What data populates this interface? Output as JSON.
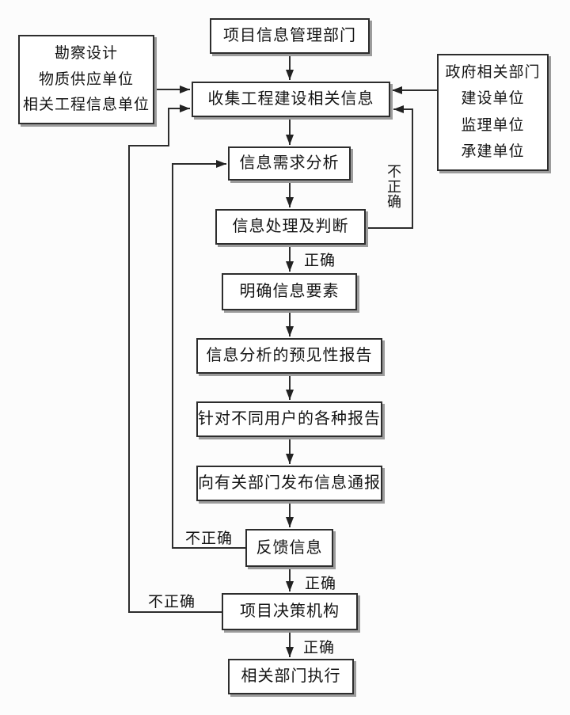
{
  "colors": {
    "background": "#fcfcfc",
    "box_fill": "#ffffff",
    "box_border": "#2d2d2d",
    "box_shadow": "#9c9c9c",
    "line": "#2d2d2d",
    "text": "#141414"
  },
  "boxes": {
    "project_info_dept": {
      "label": "项目信息管理部门"
    },
    "left_sources": {
      "lines": [
        "勘察设计",
        "物质供应单位",
        "相关工程信息单位"
      ]
    },
    "right_sources": {
      "lines": [
        "政府相关部门",
        "建设单位",
        "监理单位",
        "承建单位"
      ]
    },
    "collect_info": {
      "label": "收集工程建设相关信息"
    },
    "demand_analysis": {
      "label": "信息需求分析"
    },
    "process_judge": {
      "label": "信息处理及判断"
    },
    "clarify_elements": {
      "label": "明确信息要素"
    },
    "forecast_report": {
      "label": "信息分析的预见性报告"
    },
    "user_reports": {
      "label": "针对不同用户的各种报告"
    },
    "publish_notice": {
      "label": "向有关部门发布信息通报"
    },
    "feedback_info": {
      "label": "反馈信息"
    },
    "decision_body": {
      "label": "项目决策机构"
    },
    "execute_depts": {
      "label": "相关部门执行"
    }
  },
  "edge_labels": {
    "correct_after_process": "正确",
    "correct_after_feedback": "正确",
    "correct_after_decision": "正确",
    "incorrect_process_loop": "不正确",
    "incorrect_feedback_loop": "不正确",
    "incorrect_decision_loop": "不正确"
  },
  "edges": [
    {
      "from": "项目信息管理部门",
      "to": "收集工程建设相关信息",
      "label": ""
    },
    {
      "from": "勘察设计/物质供应单位/相关工程信息单位",
      "to": "收集工程建设相关信息",
      "label": ""
    },
    {
      "from": "政府相关部门/建设单位/监理单位/承建单位",
      "to": "收集工程建设相关信息",
      "label": ""
    },
    {
      "from": "收集工程建设相关信息",
      "to": "信息需求分析",
      "label": ""
    },
    {
      "from": "信息需求分析",
      "to": "信息处理及判断",
      "label": ""
    },
    {
      "from": "信息处理及判断",
      "to": "明确信息要素",
      "label": "正确"
    },
    {
      "from": "信息处理及判断",
      "to": "收集工程建设相关信息",
      "label": "不正确"
    },
    {
      "from": "明确信息要素",
      "to": "信息分析的预见性报告",
      "label": ""
    },
    {
      "from": "信息分析的预见性报告",
      "to": "针对不同用户的各种报告",
      "label": ""
    },
    {
      "from": "针对不同用户的各种报告",
      "to": "向有关部门发布信息通报",
      "label": ""
    },
    {
      "from": "向有关部门发布信息通报",
      "to": "反馈信息",
      "label": ""
    },
    {
      "from": "反馈信息",
      "to": "信息需求分析",
      "label": "不正确"
    },
    {
      "from": "反馈信息",
      "to": "项目决策机构",
      "label": "正确"
    },
    {
      "from": "项目决策机构",
      "to": "收集工程建设相关信息",
      "label": "不正确"
    },
    {
      "from": "项目决策机构",
      "to": "相关部门执行",
      "label": "正确"
    }
  ]
}
